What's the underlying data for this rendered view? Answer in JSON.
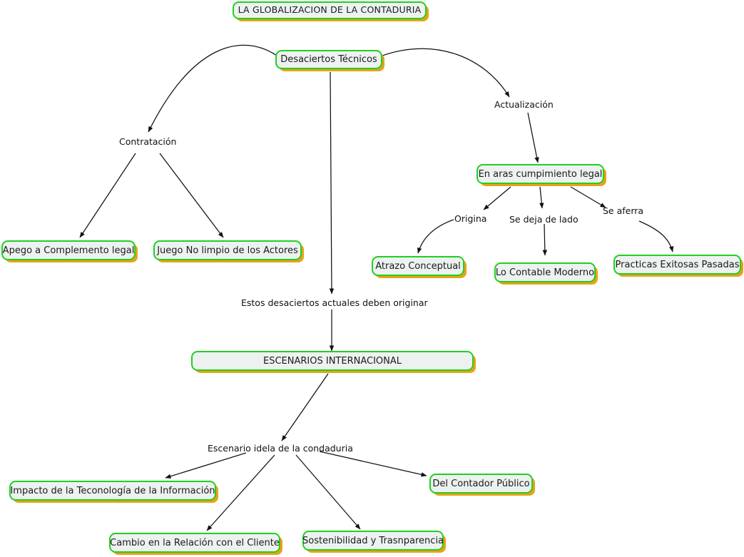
{
  "diagram": {
    "title": "LA GLOBALIZACION DE LA CONTADURIA",
    "type": "concept-map",
    "palette": {
      "node_border": "#1fd01f",
      "node_fill": "#edf2f0",
      "node_shadow": "#e8a317",
      "edge_stroke": "#111111",
      "text": "#1a1a1a",
      "background": "#ffffff"
    }
  },
  "nodes": [
    {
      "id": "n1",
      "label": "LA GLOBALIZACION DE LA CONTADURIA"
    },
    {
      "id": "n2",
      "label": "Desaciertos Técnicos"
    },
    {
      "id": "n3",
      "label": "En aras cumpimiento legal"
    },
    {
      "id": "n4",
      "label": "Apego a Complemento legal"
    },
    {
      "id": "n5",
      "label": "Juego No limpio de los Actores"
    },
    {
      "id": "n6",
      "label": "Atrazo Conceptual"
    },
    {
      "id": "n7",
      "label": "Lo Contable Moderno"
    },
    {
      "id": "n8",
      "label": "Practicas Exitosas Pasadas"
    },
    {
      "id": "n9",
      "label": "ESCENARIOS INTERNACIONAL"
    },
    {
      "id": "n10",
      "label": "Impacto de la Teconología de la Información"
    },
    {
      "id": "n11",
      "label": "Del Contador Público"
    },
    {
      "id": "n12",
      "label": "Cambio en la Relación con el Cliente"
    },
    {
      "id": "n13",
      "label": "Sostenibilidad y Trasnparencia"
    }
  ],
  "edge_labels": [
    {
      "id": "l1",
      "label": "Contratación"
    },
    {
      "id": "l2",
      "label": "Actualización"
    },
    {
      "id": "l3",
      "label": "Origina"
    },
    {
      "id": "l4",
      "label": "Se deja de lado"
    },
    {
      "id": "l5",
      "label": "Se aferra"
    },
    {
      "id": "l6",
      "label": "Estos desaciertos actuales deben originar"
    },
    {
      "id": "l7",
      "label": "Escenario idela de la condaduria"
    }
  ]
}
